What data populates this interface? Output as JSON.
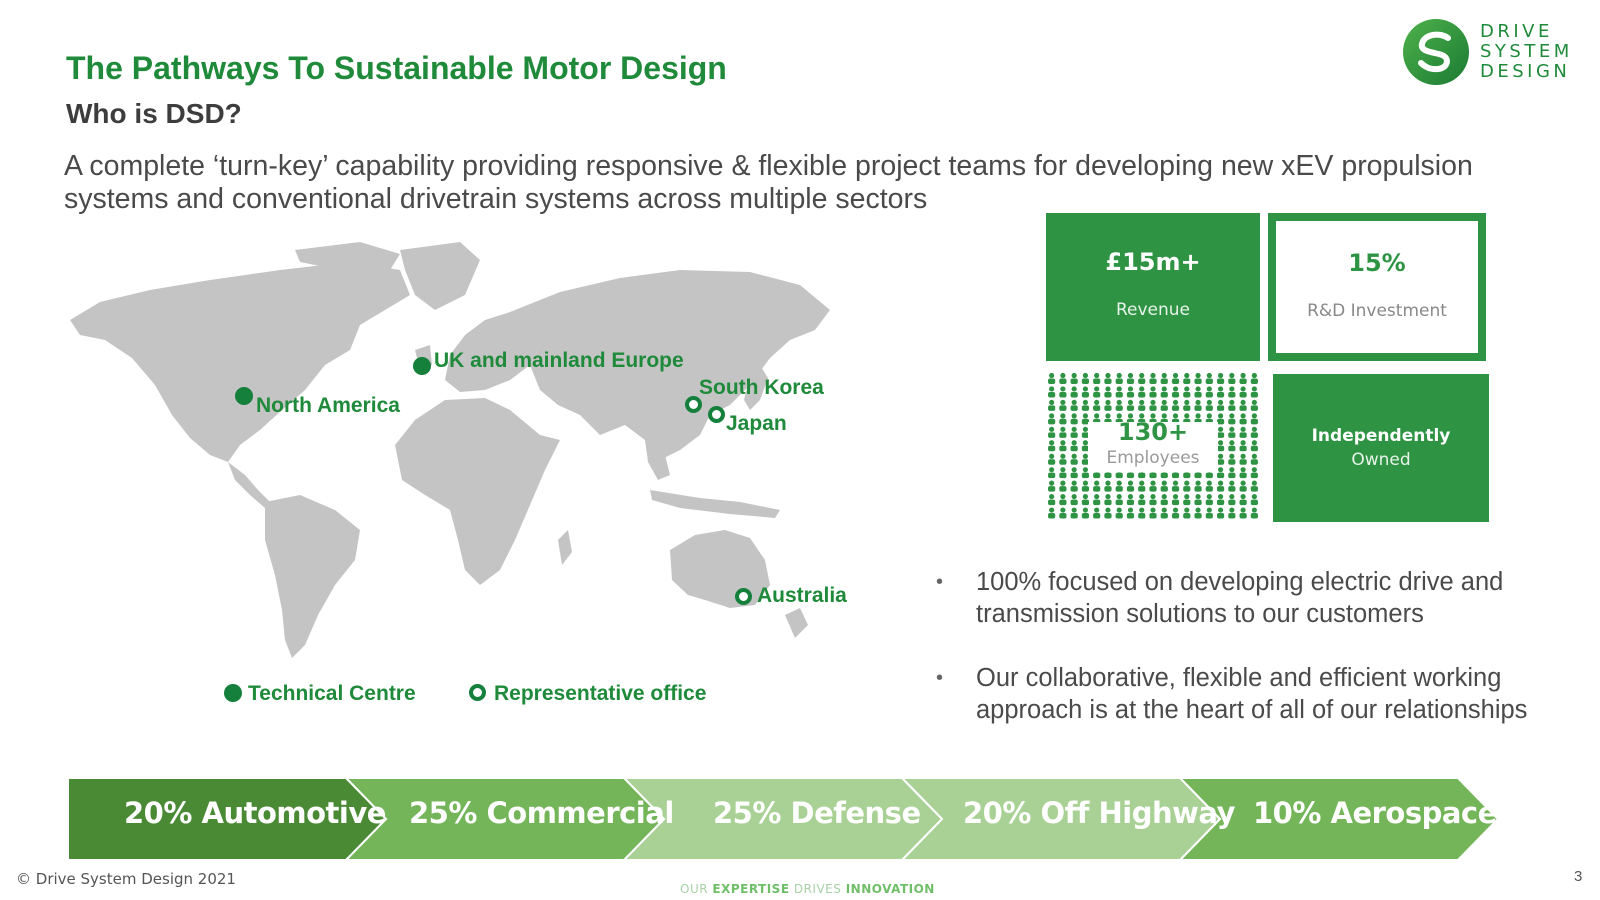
{
  "header": {
    "title": "The Pathways To Sustainable Motor Design",
    "subtitle": "Who is DSD?",
    "intro": "A complete ‘turn-key’ capability providing responsive & flexible project teams for developing new xEV propulsion systems and conventional drivetrain systems across multiple sectors"
  },
  "logo": {
    "line1": "DRIVE",
    "line2": "SYSTEM",
    "line3": "DESIGN",
    "icon": "dsd-logo-icon"
  },
  "map": {
    "locations": [
      {
        "label": "North America",
        "type": "technical"
      },
      {
        "label": "UK and mainland Europe",
        "type": "technical"
      },
      {
        "label": "South Korea",
        "type": "representative"
      },
      {
        "label": "Japan",
        "type": "representative"
      },
      {
        "label": "Australia",
        "type": "representative"
      }
    ],
    "legend": {
      "technical": "Technical Centre",
      "representative": "Representative office"
    }
  },
  "stats": {
    "revenue": {
      "value": "£15m+",
      "label": "Revenue"
    },
    "rnd": {
      "value": "15%",
      "label": "R&D Investment"
    },
    "employees": {
      "value": "130+",
      "label": "Employees"
    },
    "owned": {
      "line1": "Independently",
      "line2": "Owned"
    }
  },
  "bullets": [
    "100% focused on developing electric drive and transmission solutions to our customers",
    "Our collaborative, flexible and efficient working approach is at the heart of all of our relationships"
  ],
  "sectors": [
    {
      "label": "20% Automotive",
      "color": "#4a8a34"
    },
    {
      "label": "25% Commercial",
      "color": "#74b55a"
    },
    {
      "label": "25% Defense",
      "color": "#a9d195"
    },
    {
      "label": "20% Off Highway",
      "color": "#a9d195"
    },
    {
      "label": "10% Aerospace",
      "color": "#74b55a"
    }
  ],
  "footer": {
    "copyright": "© Drive System Design 2021",
    "tagline_our": "OUR ",
    "tagline_expertise": "EXPERTISE",
    "tagline_drives": " DRIVES ",
    "tagline_innovation": "INNOVATION",
    "page_number": "3"
  },
  "colors": {
    "brand_green": "#1e8a3a",
    "panel_green": "#2e9444",
    "map_grey": "#c4c4c4"
  }
}
